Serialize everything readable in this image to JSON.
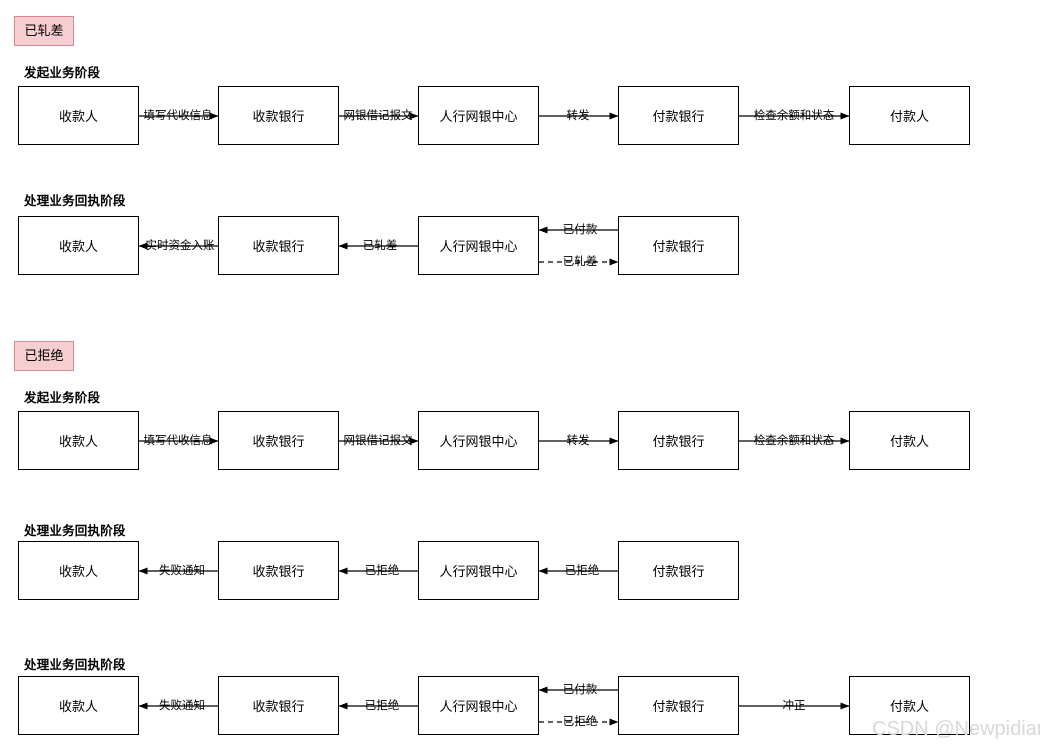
{
  "watermark": "CSDN @Newpidian",
  "node_labels": {
    "payee": "收款人",
    "payee_bank": "收款银行",
    "pboc_center": "人行网银中心",
    "payer_bank": "付款银行",
    "payer": "付款人"
  },
  "stage_labels": {
    "initiate": "发起业务阶段",
    "receipt": "处理业务回执阶段"
  },
  "edge_labels": {
    "fill_collection_info": "填写代收信息",
    "ebank_debit_message": "网银借记报文",
    "forward": "转发",
    "check_balance_status": "检查余额和状态",
    "realtime_funds_credit": "实时资金入账",
    "netted": "已轧差",
    "paid": "已付款",
    "rejected": "已拒绝",
    "failure_notice": "失败通知",
    "reversal": "冲正"
  },
  "colors": {
    "badge_fill": "#f6ced1",
    "badge_border": "#d98a91",
    "node_border": "#000000",
    "line": "#000000",
    "watermark": "#d8d8d8"
  },
  "groups": [
    {
      "badge": "已轧差",
      "rows": [
        {
          "stage": "发起业务阶段",
          "nodes": [
            "收款人",
            "收款银行",
            "人行网银中心",
            "付款银行",
            "付款人"
          ],
          "edges": [
            {
              "label": "填写代收信息",
              "dir": "right",
              "style": "solid"
            },
            {
              "label": "网银借记报文",
              "dir": "right",
              "style": "solid"
            },
            {
              "label": "转发",
              "dir": "right",
              "style": "solid"
            },
            {
              "label": "检查余额和状态",
              "dir": "right",
              "style": "solid"
            }
          ]
        },
        {
          "stage": "处理业务回执阶段",
          "nodes": [
            "收款人",
            "收款银行",
            "人行网银中心",
            "付款银行"
          ],
          "edges": [
            {
              "label": "实时资金入账",
              "dir": "left",
              "style": "solid"
            },
            {
              "label": "已轧差",
              "dir": "left",
              "style": "solid"
            },
            {
              "label": "已付款",
              "dir": "left",
              "style": "solid"
            },
            {
              "label": "已轧差",
              "dir": "right",
              "style": "dashed"
            }
          ]
        }
      ]
    },
    {
      "badge": "已拒绝",
      "rows": [
        {
          "stage": "发起业务阶段",
          "nodes": [
            "收款人",
            "收款银行",
            "人行网银中心",
            "付款银行",
            "付款人"
          ],
          "edges": [
            {
              "label": "填写代收信息",
              "dir": "right",
              "style": "solid"
            },
            {
              "label": "网银借记报文",
              "dir": "right",
              "style": "solid"
            },
            {
              "label": "转发",
              "dir": "right",
              "style": "solid"
            },
            {
              "label": "检查余额和状态",
              "dir": "right",
              "style": "solid"
            }
          ]
        },
        {
          "stage": "处理业务回执阶段",
          "nodes": [
            "收款人",
            "收款银行",
            "人行网银中心",
            "付款银行"
          ],
          "edges": [
            {
              "label": "失败通知",
              "dir": "left",
              "style": "solid"
            },
            {
              "label": "已拒绝",
              "dir": "left",
              "style": "solid"
            },
            {
              "label": "已拒绝",
              "dir": "left",
              "style": "solid"
            }
          ]
        },
        {
          "stage": "处理业务回执阶段",
          "nodes": [
            "收款人",
            "收款银行",
            "人行网银中心",
            "付款银行",
            "付款人"
          ],
          "edges": [
            {
              "label": "失败通知",
              "dir": "left",
              "style": "solid"
            },
            {
              "label": "已拒绝",
              "dir": "left",
              "style": "solid"
            },
            {
              "label": "已付款",
              "dir": "left",
              "style": "solid"
            },
            {
              "label": "已拒绝",
              "dir": "right",
              "style": "dashed"
            },
            {
              "label": "冲正",
              "dir": "right",
              "style": "solid"
            }
          ]
        }
      ]
    }
  ],
  "badges": {
    "netted": "已轧差",
    "rejected": "已拒绝"
  }
}
